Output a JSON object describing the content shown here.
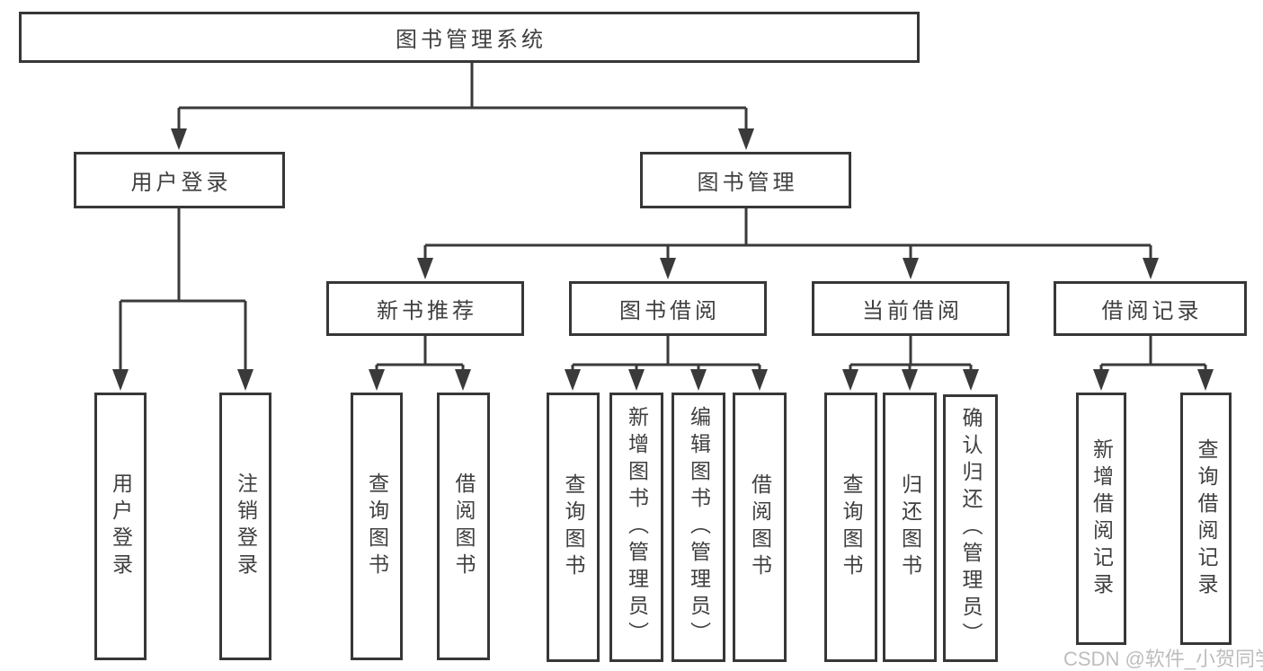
{
  "diagram": {
    "type": "hierarchy-tree",
    "colors": {
      "line": "#3a3a3a",
      "box_border": "#373737",
      "text": "#3f3f3f",
      "background": "#ffffff",
      "watermark": "#bdbdbd"
    },
    "tree": {
      "label": "图书管理系统",
      "children": [
        {
          "label": "用户登录",
          "children": [
            {
              "label": "用户登录"
            },
            {
              "label": "注销登录"
            }
          ]
        },
        {
          "label": "图书管理",
          "children": [
            {
              "label": "新书推荐",
              "children": [
                {
                  "label": "查询图书"
                },
                {
                  "label": "借阅图书"
                }
              ]
            },
            {
              "label": "图书借阅",
              "children": [
                {
                  "label": "查询图书"
                },
                {
                  "label": "新增图书（管理员）"
                },
                {
                  "label": "编辑图书（管理员）"
                },
                {
                  "label": "借阅图书"
                }
              ]
            },
            {
              "label": "当前借阅",
              "children": [
                {
                  "label": "查询图书"
                },
                {
                  "label": "归还图书"
                },
                {
                  "label": "确认归还（管理员）"
                }
              ]
            },
            {
              "label": "借阅记录",
              "children": [
                {
                  "label": "新增借阅记录"
                },
                {
                  "label": "查询借阅记录"
                }
              ]
            }
          ]
        }
      ]
    }
  },
  "watermark": {
    "text": "CSDN @软件_小贺同学"
  }
}
